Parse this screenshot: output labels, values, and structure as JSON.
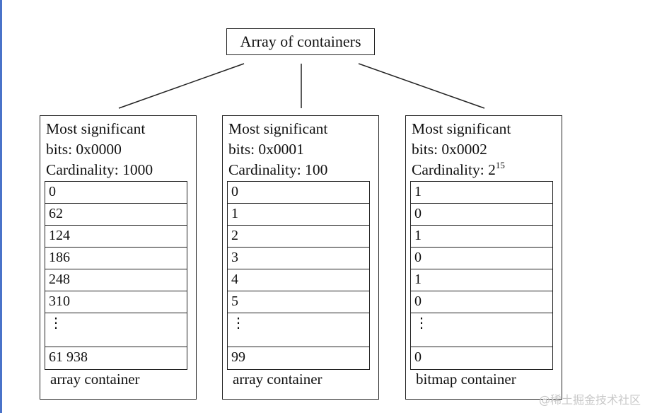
{
  "root": {
    "label": "Array of containers"
  },
  "containers": [
    {
      "header": {
        "line1": "Most significant",
        "line2": "bits: 0x0000",
        "line3": "Cardinality: 1000",
        "exponent": ""
      },
      "cells": [
        "0",
        "62",
        "124",
        "186",
        "248",
        "310"
      ],
      "ellipsis": "⋮",
      "last_cell": "61 938",
      "footer": "array container"
    },
    {
      "header": {
        "line1": "Most significant",
        "line2": "bits: 0x0001",
        "line3": "Cardinality: 100",
        "exponent": ""
      },
      "cells": [
        "0",
        "1",
        "2",
        "3",
        "4",
        "5"
      ],
      "ellipsis": "⋮",
      "last_cell": "99",
      "footer": "array container"
    },
    {
      "header": {
        "line1": "Most significant",
        "line2": "bits: 0x0002",
        "line3": "Cardinality: 2",
        "exponent": "15"
      },
      "cells": [
        "1",
        "0",
        "1",
        "0",
        "1",
        "0"
      ],
      "ellipsis": "⋮",
      "last_cell": "0",
      "footer": "bitmap container"
    }
  ],
  "watermark": "@稀土掘金技术社区"
}
